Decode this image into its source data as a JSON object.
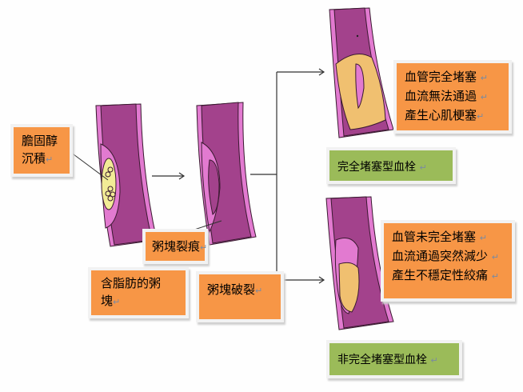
{
  "labels": {
    "cholesterol": [
      "膽固醇",
      "沉積"
    ],
    "fatty_plaque": [
      "含脂肪的粥",
      "塊"
    ],
    "plaque_crack": "粥塊裂痕",
    "plaque_rupture": "粥塊破裂",
    "complete_outcome": [
      "血管完全堵塞",
      "血流無法通過",
      "產生心肌梗塞"
    ],
    "complete_title": "完全堵塞型血栓",
    "incomplete_outcome": [
      "血管未完全堵塞",
      "血流通過突然減少",
      "產生不穩定性絞痛"
    ],
    "incomplete_title": "非完全堵塞型血栓"
  },
  "paragraph_mark": "↵",
  "colors": {
    "orange": "#f79646",
    "green": "#9bbb59",
    "vessel": "#a3428c",
    "lining": "#e27ad0",
    "plaque": "#f2ec96",
    "clot": "#f0c070"
  }
}
